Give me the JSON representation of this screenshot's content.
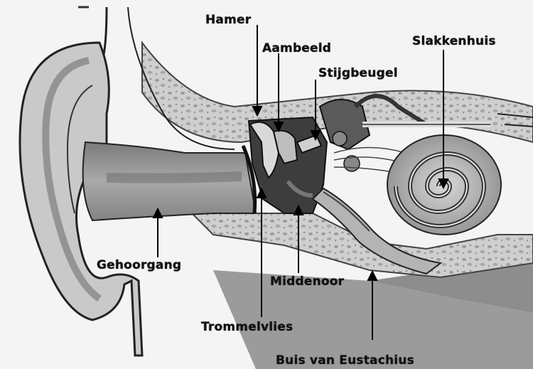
{
  "diagram": {
    "labels": {
      "hamer": "Hamer",
      "aambeeld": "Aambeeld",
      "stijgbeugel": "Stijgbeugel",
      "slakkenhuis": "Slakkenhuis",
      "gehoorgang": "Gehoorgang",
      "middenoor": "Middenoor",
      "trommelvlies": "Trommelvlies",
      "buis_van_eustachius": "Buis van Eustachius"
    }
  }
}
